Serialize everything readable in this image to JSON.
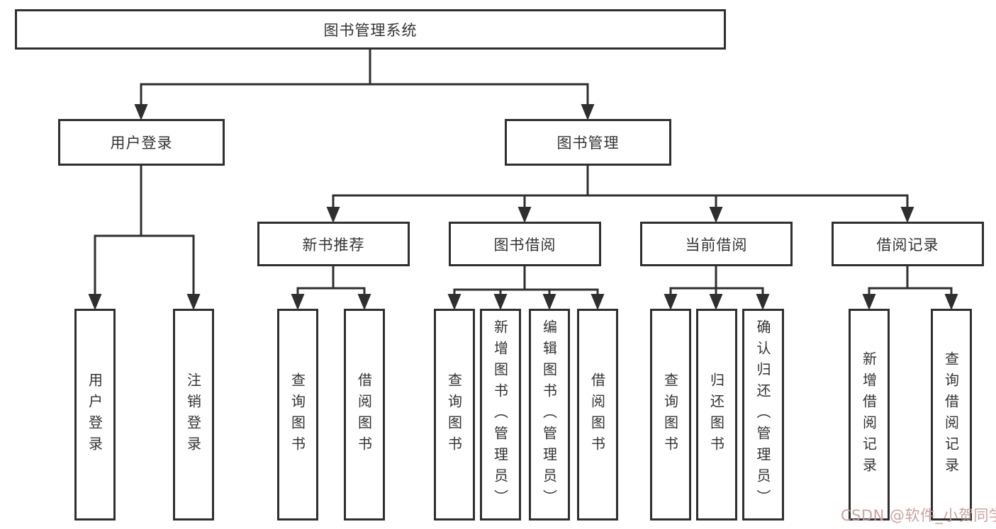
{
  "nodes": {
    "root": "图书管理系统",
    "user_login": "用户登录",
    "book_mgmt": "图书管理",
    "new_book_rec": "新书推荐",
    "book_borrow": "图书借阅",
    "current_borrow": "当前借阅",
    "borrow_records": "借阅记录",
    "leaf_user_login": "用户登录",
    "leaf_logout": "注销登录",
    "leaf_nbr_query": "查询图书",
    "leaf_nbr_borrow": "借阅图书",
    "leaf_bb_query": "查询图书",
    "leaf_bb_add": "新增图书（管理员）",
    "leaf_bb_edit": "编辑图书（管理员）",
    "leaf_bb_borrow": "借阅图书",
    "leaf_cb_query": "查询图书",
    "leaf_cb_return": "归还图书",
    "leaf_cb_confirm": "确认归还（管理员）",
    "leaf_br_add": "新增借阅记录",
    "leaf_br_query": "查询借阅记录"
  },
  "watermark": {
    "text": "CSDN @软件_小贺同学",
    "color": "#c89a9a"
  },
  "colors": {
    "line": "#2f2f2f",
    "text": "#333333",
    "background": "#ffffff"
  }
}
